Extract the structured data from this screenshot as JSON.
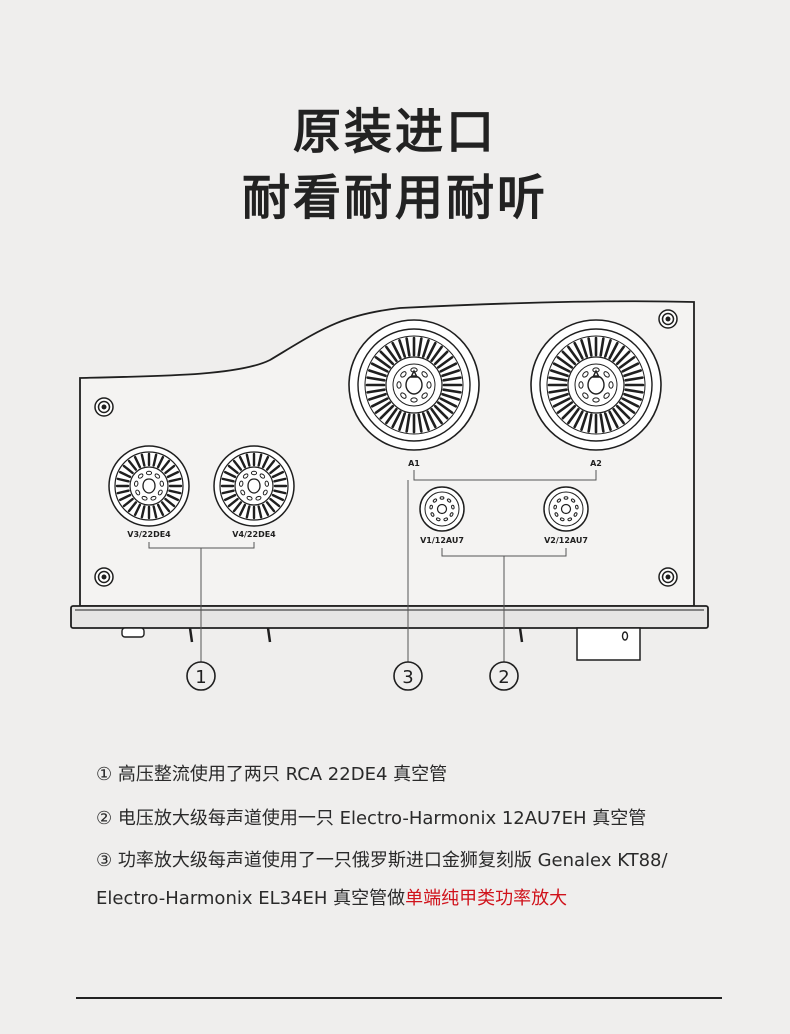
{
  "headline": {
    "line1": "原装进口",
    "line2": "耐看耐用耐听"
  },
  "diagram": {
    "tube_labels": {
      "v3": "V3/22DE4",
      "v4": "V4/22DE4",
      "a1": "A1",
      "a2": "A2",
      "v1": "V1/12AU7",
      "v2": "V2/12AU7"
    },
    "callouts": [
      "1",
      "3",
      "2"
    ]
  },
  "notes": {
    "n1": {
      "marker": "①",
      "text": "高压整流使用了两只 RCA 22DE4 真空管"
    },
    "n2": {
      "marker": "②",
      "text": "电压放大级每声道使用一只 Electro-Harmonix 12AU7EH 真空管"
    },
    "n3": {
      "marker": "③",
      "text_line1": "功率放大级每声道使用了一只俄罗斯进口金狮复刻版 Genalex KT88/",
      "text_line2": "Electro-Harmonix EL34EH 真空管做",
      "highlight": "单端纯甲类功率放大"
    }
  },
  "colors": {
    "background": "#efeeed",
    "line": "#1f1f1f",
    "highlight": "#d0121b"
  }
}
